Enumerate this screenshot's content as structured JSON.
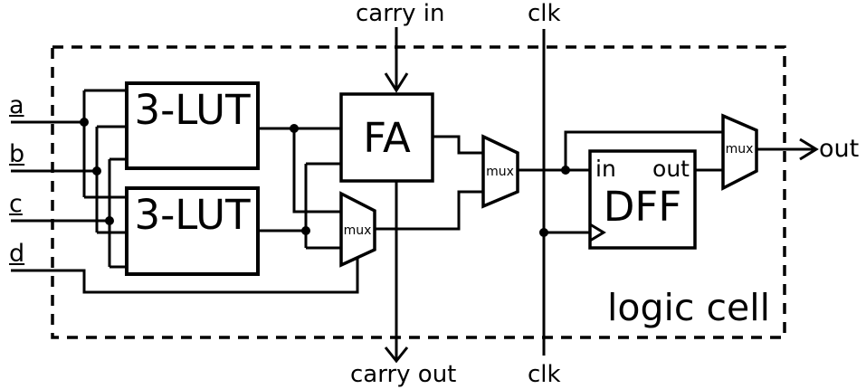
{
  "diagram": {
    "cell_title": "logic cell",
    "inputs": {
      "a": "a",
      "b": "b",
      "c": "c",
      "d": "d"
    },
    "top_ports": {
      "carry_in": "carry in",
      "clk": "clk"
    },
    "bottom_ports": {
      "carry_out": "carry out",
      "clk": "clk"
    },
    "output_port": {
      "out": "out"
    },
    "blocks": {
      "lut_top": "3-LUT",
      "lut_bottom": "3-LUT",
      "full_adder": "FA",
      "dff": "DFF",
      "dff_in": "in",
      "dff_out": "out",
      "mux_lower": "mux",
      "mux_middle": "mux",
      "mux_output": "mux"
    },
    "colors": {
      "line": "#000000",
      "background": "#ffffff"
    }
  }
}
